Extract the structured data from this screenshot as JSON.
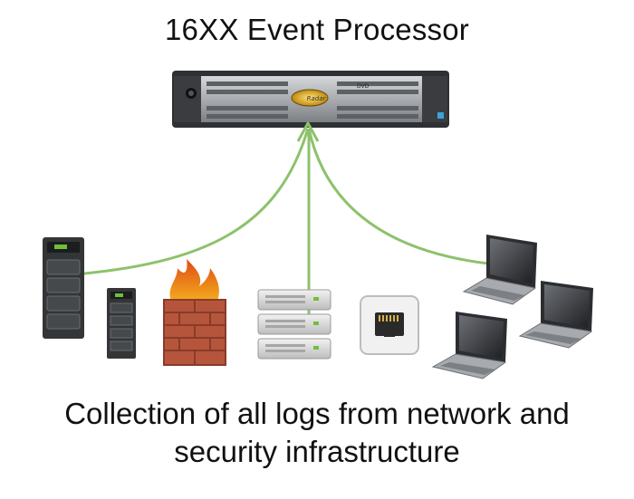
{
  "title": "16XX Event Processor",
  "caption": {
    "line1": "Collection of all logs from network and",
    "line2": "security infrastructure"
  },
  "appliance": {
    "logo_text": "Radar",
    "drive_label": "DVD"
  },
  "colors": {
    "link": "#8dc26a",
    "appliance_body": "#2e3033",
    "appliance_face": "#b9bcbf",
    "tower": "#333537",
    "firewall_brick": "#b5563c",
    "flame": "#f28a1c"
  },
  "nodes": [
    {
      "name": "server-tower-large",
      "icon": "server-tower-icon"
    },
    {
      "name": "server-tower-small",
      "icon": "server-tower-icon"
    },
    {
      "name": "firewall",
      "icon": "firewall-icon"
    },
    {
      "name": "rack-servers",
      "icon": "rack-server-icon"
    },
    {
      "name": "network-port",
      "icon": "ethernet-port-icon"
    },
    {
      "name": "laptops",
      "icon": "laptop-icon"
    }
  ]
}
